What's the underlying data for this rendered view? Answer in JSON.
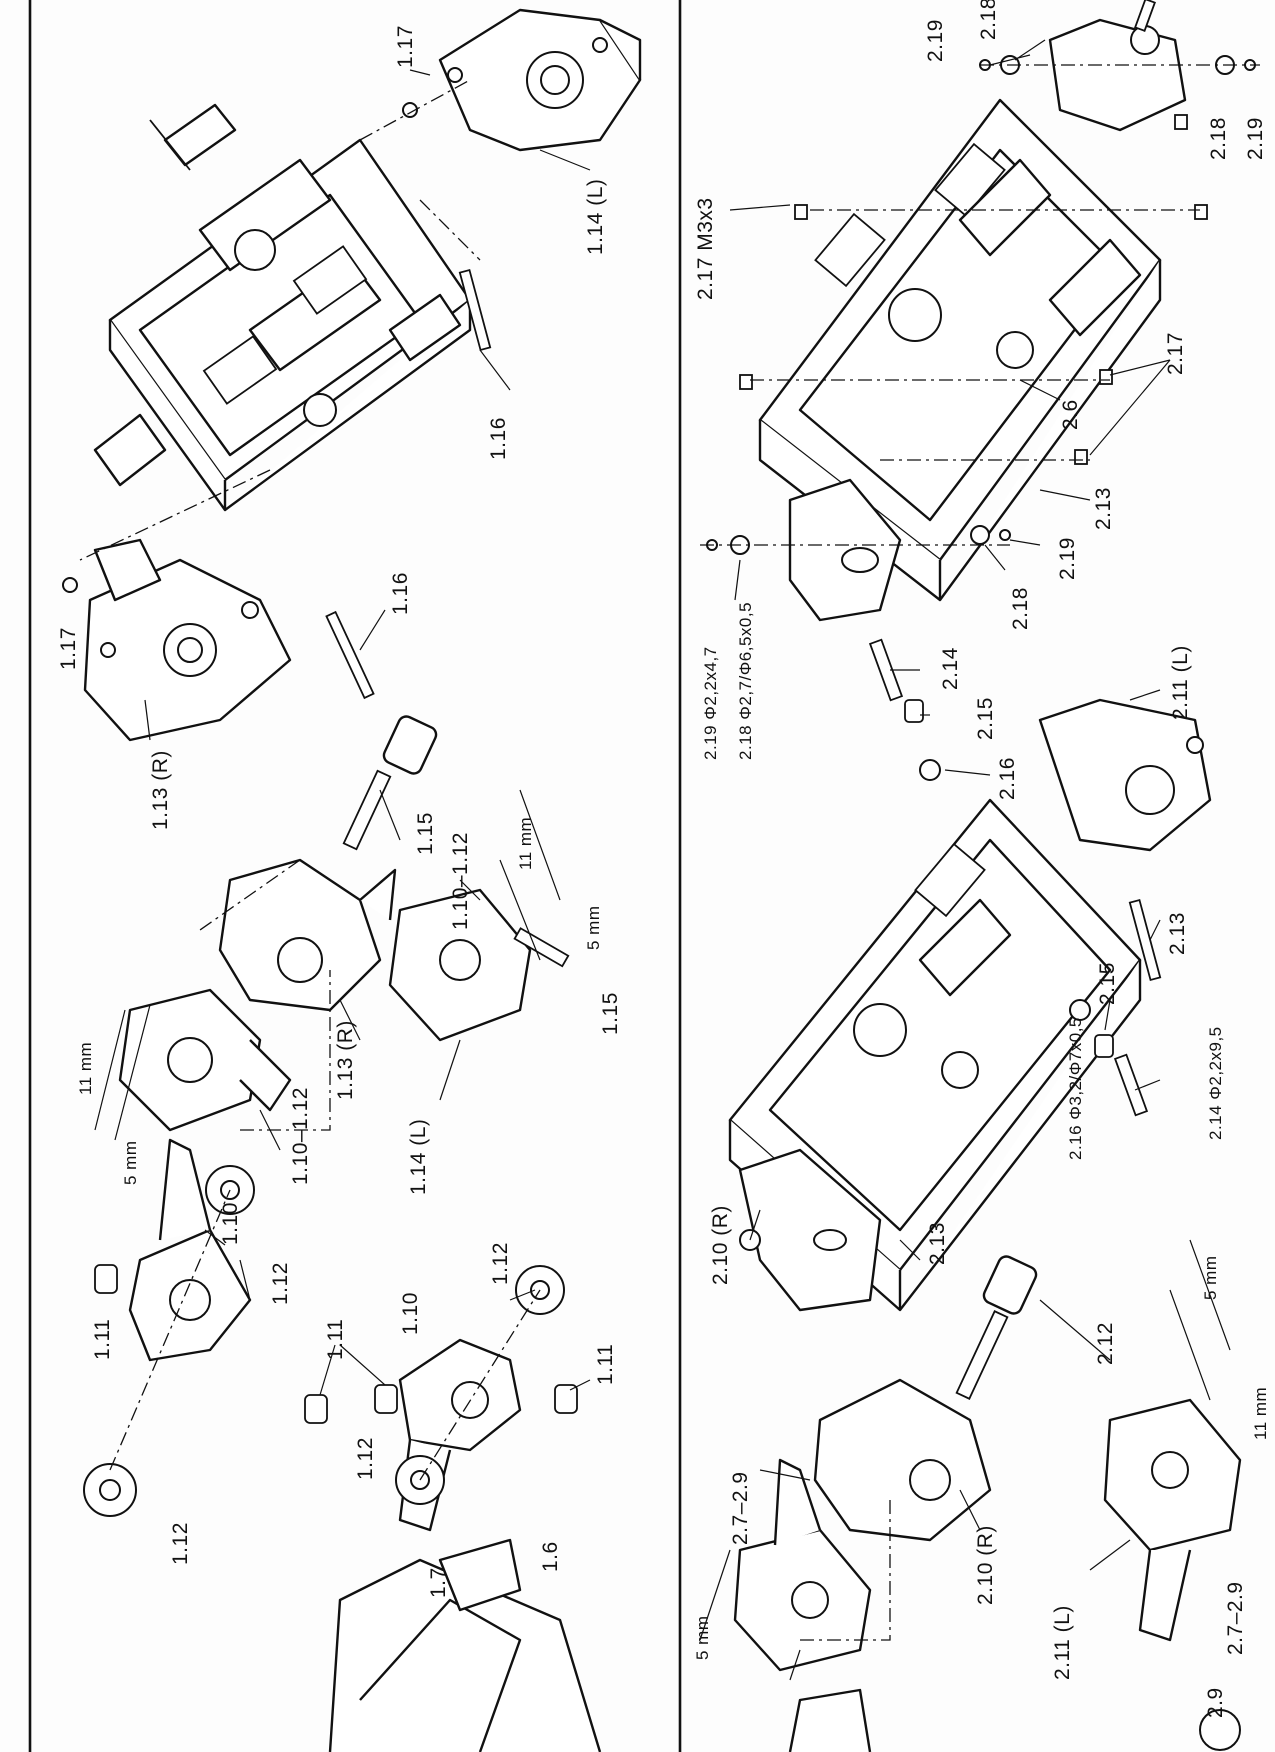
{
  "diagram": {
    "top_half": {
      "labels": {
        "l_1_17_a": "1.17",
        "l_1_14_L_a": "1.14 (L)",
        "l_1_16_a": "1.16",
        "l_1_16_b": "1.16",
        "l_1_17_b": "1.17",
        "l_1_13_R_a": "1.13 (R)",
        "l_1_15_a": "1.15",
        "l_1_10_1_12_a": "1.10–1.12",
        "l_11mm_a": "11 mm",
        "l_5mm_a": "5 mm",
        "l_1_15_b": "1.15",
        "l_1_13_R_b": "1.13 (R)",
        "l_1_14_L_b": "1.14 (L)",
        "l_1_10_1_12_b": "1.10–1.12",
        "l_11mm_b": "11 mm",
        "l_5mm_b": "5 mm",
        "l_1_10_a": "1.10",
        "l_1_12_a": "1.12",
        "l_1_11_a": "1.11",
        "l_1_12_b": "1.12",
        "l_1_11_b": "1.11",
        "l_1_10_b": "1.10",
        "l_1_12_c": "1.12",
        "l_1_11_c": "1.11",
        "l_1_12_d": "1.12",
        "l_1_7": "1.7",
        "l_1_6": "1.6"
      }
    },
    "bottom_half": {
      "labels": {
        "l_2_19_a": "2.19",
        "l_2_18_a": "2.18",
        "l_2_18_b": "2.18",
        "l_2_19_b": "2.19",
        "l_2_17_m3": "2.17 M3x3",
        "l_2_17_b": "2.17",
        "l_2_6": "2.6",
        "l_2_13_a": "2.13",
        "l_2_19_c": "2.19",
        "l_2_18_c": "2.18",
        "l_2_19_spec": "2.19 Φ2,2x4,7",
        "l_2_18_spec": "2.18 Φ2,7/Φ6,5x0,5",
        "l_2_14_a": "2.14",
        "l_2_15_a": "2.15",
        "l_2_16_a": "2.16",
        "l_2_11_L_a": "2.11 (L)",
        "l_2_13_b": "2.13",
        "l_2_15_b": "2.15",
        "l_2_14_spec": "2.14 Φ2,2x9,5",
        "l_2_16_spec": "2.16 Φ3,2/Φ7x0,5",
        "l_2_10_R_a": "2.10 (R)",
        "l_2_13_c": "2.13",
        "l_2_12": "2.12",
        "l_5mm_c": "5 mm",
        "l_11mm_c": "11 mm",
        "l_2_7_2_9_a": "2.7–2.9",
        "l_2_10_R_b": "2.10 (R)",
        "l_5mm_d": "5 mm",
        "l_2_11_L_b": "2.11 (L)",
        "l_2_7_2_9_b": "2.7–2.9",
        "l_2_9": "2.9"
      }
    }
  },
  "colors": {
    "ink": "#111111",
    "paper": "#fdfdfd"
  }
}
